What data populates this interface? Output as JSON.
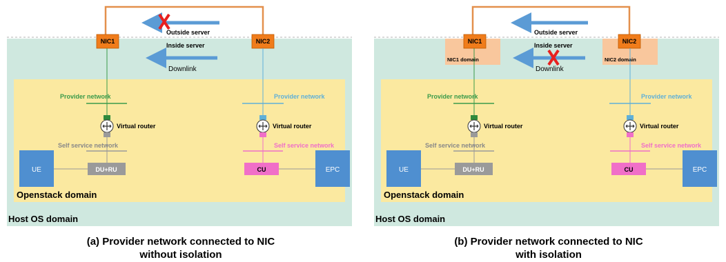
{
  "panel_a": {
    "outside_server": "Outside server",
    "inside_server": "Inside server",
    "downlink": "Downlink",
    "nic1": "NIC1",
    "nic2": "NIC2",
    "provider_left": "Provider network",
    "provider_right": "Provider network",
    "router_left": "Virtual router",
    "router_right": "Virtual router",
    "self_service_left": "Self service network",
    "self_service_right": "Self service network",
    "ue": "UE",
    "du_ru": "DU+RU",
    "cu": "CU",
    "epc": "EPC",
    "openstack_domain": "Openstack domain",
    "host_os_domain": "Host OS domain",
    "caption_line1": "(a) Provider network connected to NIC",
    "caption_line2": "without isolation"
  },
  "panel_b": {
    "outside_server": "Outside server",
    "inside_server": "Inside server",
    "downlink": "Downlink",
    "nic1": "NIC1",
    "nic2": "NIC2",
    "nic1_domain": "NIC1 domain",
    "nic2_domain": "NIC2 domain",
    "provider_left": "Provider network",
    "provider_right": "Provider network",
    "router_left": "Virtual router",
    "router_right": "Virtual router",
    "self_service_left": "Self service network",
    "self_service_right": "Self service network",
    "ue": "UE",
    "du_ru": "DU+RU",
    "cu": "CU",
    "epc": "EPC",
    "openstack_domain": "Openstack domain",
    "host_os_domain": "Host OS domain",
    "caption_line1": "(b) Provider network connected to NIC",
    "caption_line2": "with isolation"
  },
  "colors": {
    "host_bg": "#cfe8df",
    "openstack_bg": "#fbe9a0",
    "nic": "#f07c1b",
    "nic_domain": "#f9c79d",
    "arrow": "#5b9bd5",
    "cross": "#e8201f",
    "green": "#3a9a4a",
    "blue": "#5fb0d8",
    "pink": "#f06fc8",
    "box_blue": "#4f8fd0",
    "box_gray": "#9a9a9a"
  }
}
